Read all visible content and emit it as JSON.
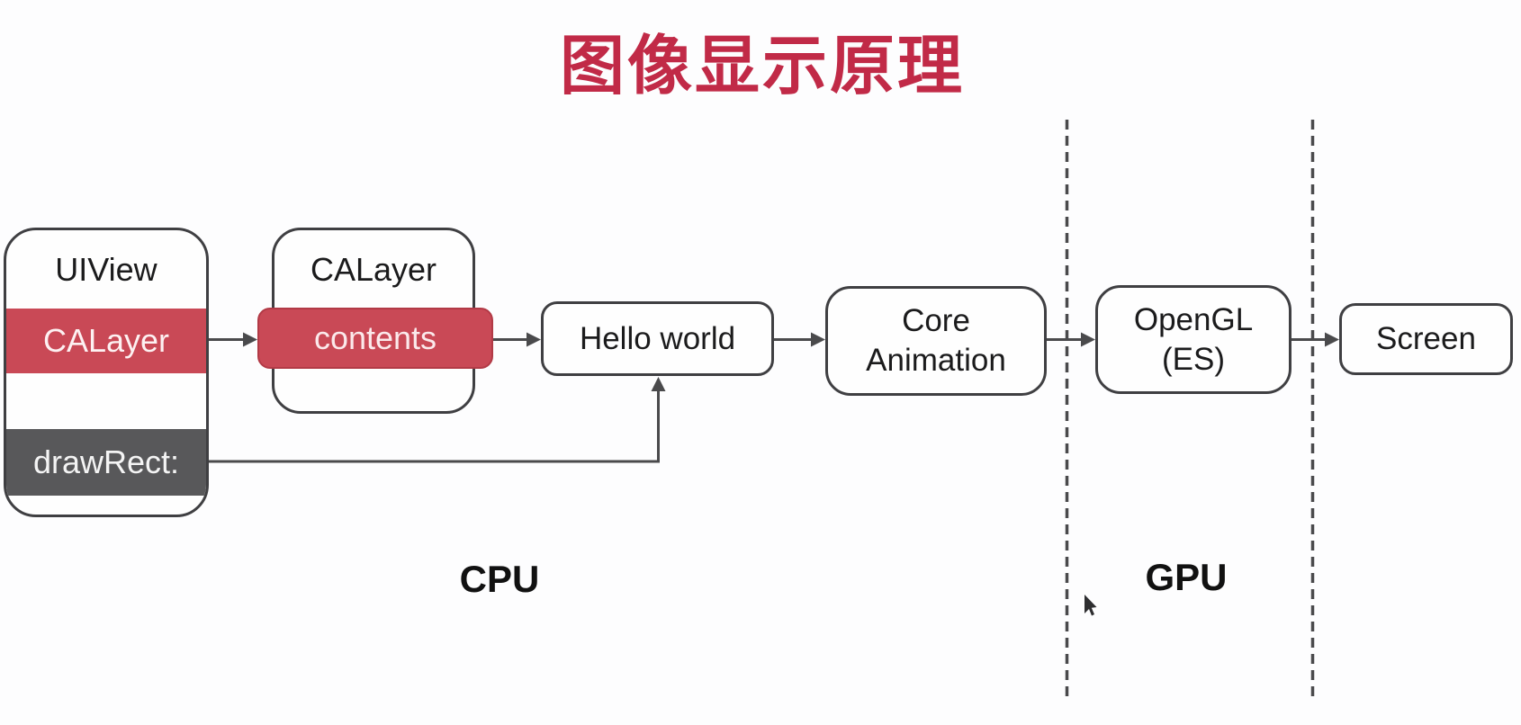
{
  "title": "图像显示原理",
  "colors": {
    "title_red": "#C12A47",
    "band_red": "#C94956",
    "band_dark": "#58585A",
    "line_gray": "#4A4A4C"
  },
  "uiview_box": {
    "title": "UIView",
    "calayer_band": "CALayer",
    "drawrect_band": "drawRect:"
  },
  "calayer_box": {
    "title": "CALayer",
    "contents_band": "contents"
  },
  "pipeline": {
    "hello_world": "Hello world",
    "core_animation_line1": "Core",
    "core_animation_line2": "Animation",
    "opengl_line1": "OpenGL",
    "opengl_line2": "(ES)",
    "screen": "Screen"
  },
  "zones": {
    "cpu": "CPU",
    "gpu": "GPU"
  },
  "icons": {
    "cursor": "mouse-pointer-arrow"
  }
}
